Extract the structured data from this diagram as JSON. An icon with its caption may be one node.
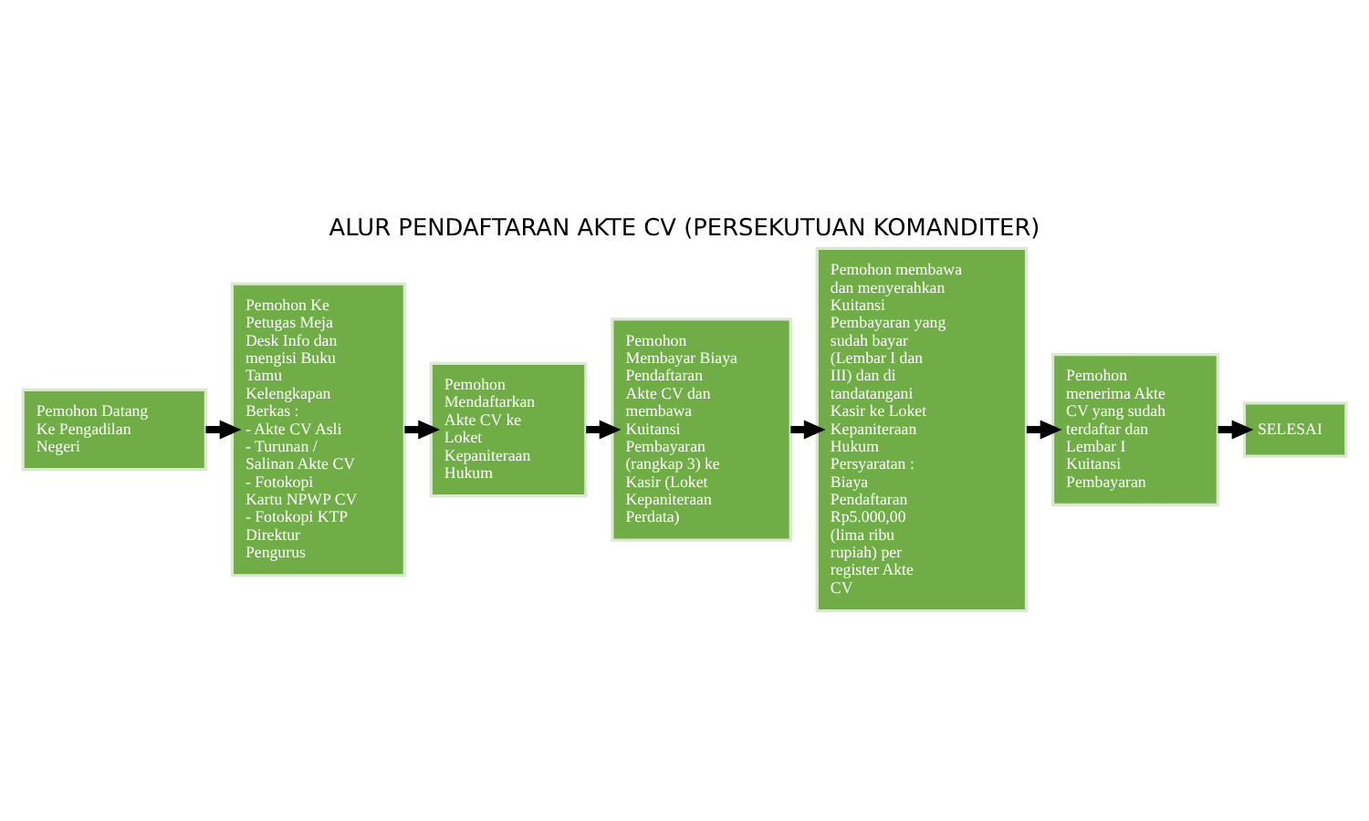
{
  "diagram": {
    "title": "ALUR PENDAFTARAN AKTE CV (PERSEKUTUAN KOMANDITER)",
    "nodes": [
      {
        "text": [
          "Pemohon Datang Ke Pengadilan Negeri"
        ]
      },
      {
        "text": [
          "Pemohon Ke Petugas Meja Desk Info dan mengisi Buku Tamu",
          "Kelengkapan Berkas :",
          "- Akte CV Asli",
          "- Turunan / Salinan Akte CV",
          "- Fotokopi Kartu NPWP CV",
          "- Fotokopi KTP Direktur Pengurus"
        ]
      },
      {
        "text": [
          "Pemohon Mendaftarkan Akte CV ke Loket Kepaniteraan Hukum"
        ]
      },
      {
        "text": [
          "Pemohon Membayar Biaya Pendaftaran Akte CV dan membawa Kuitansi Pembayaran (rangkap 3) ke Kasir (Loket Kepaniteraan Perdata)"
        ]
      },
      {
        "text": [
          "Pemohon membawa dan menyerahkan Kuitansi Pembayaran yang sudah bayar (Lembar I dan III) dan di tandatangani Kasir ke Loket Kepaniteraan Hukum",
          "Persyaratan : Biaya Pendaftaran Rp5.000,00 (lima ribu rupiah) per register Akte CV"
        ]
      },
      {
        "text": [
          "Pemohon menerima Akte CV yang sudah terdaftar dan Lembar I Kuitansi Pembayaran"
        ]
      },
      {
        "text": [
          "SELESAI"
        ]
      }
    ],
    "edges": [
      {
        "from": 0,
        "to": 1,
        "arrow": "to"
      },
      {
        "from": 1,
        "to": 2,
        "arrow": "to"
      },
      {
        "from": 2,
        "to": 3,
        "arrow": "to"
      },
      {
        "from": 3,
        "to": 4,
        "arrow": "to"
      },
      {
        "from": 4,
        "to": 5,
        "arrow": "to"
      },
      {
        "from": 5,
        "to": 6,
        "arrow": "to"
      }
    ]
  }
}
